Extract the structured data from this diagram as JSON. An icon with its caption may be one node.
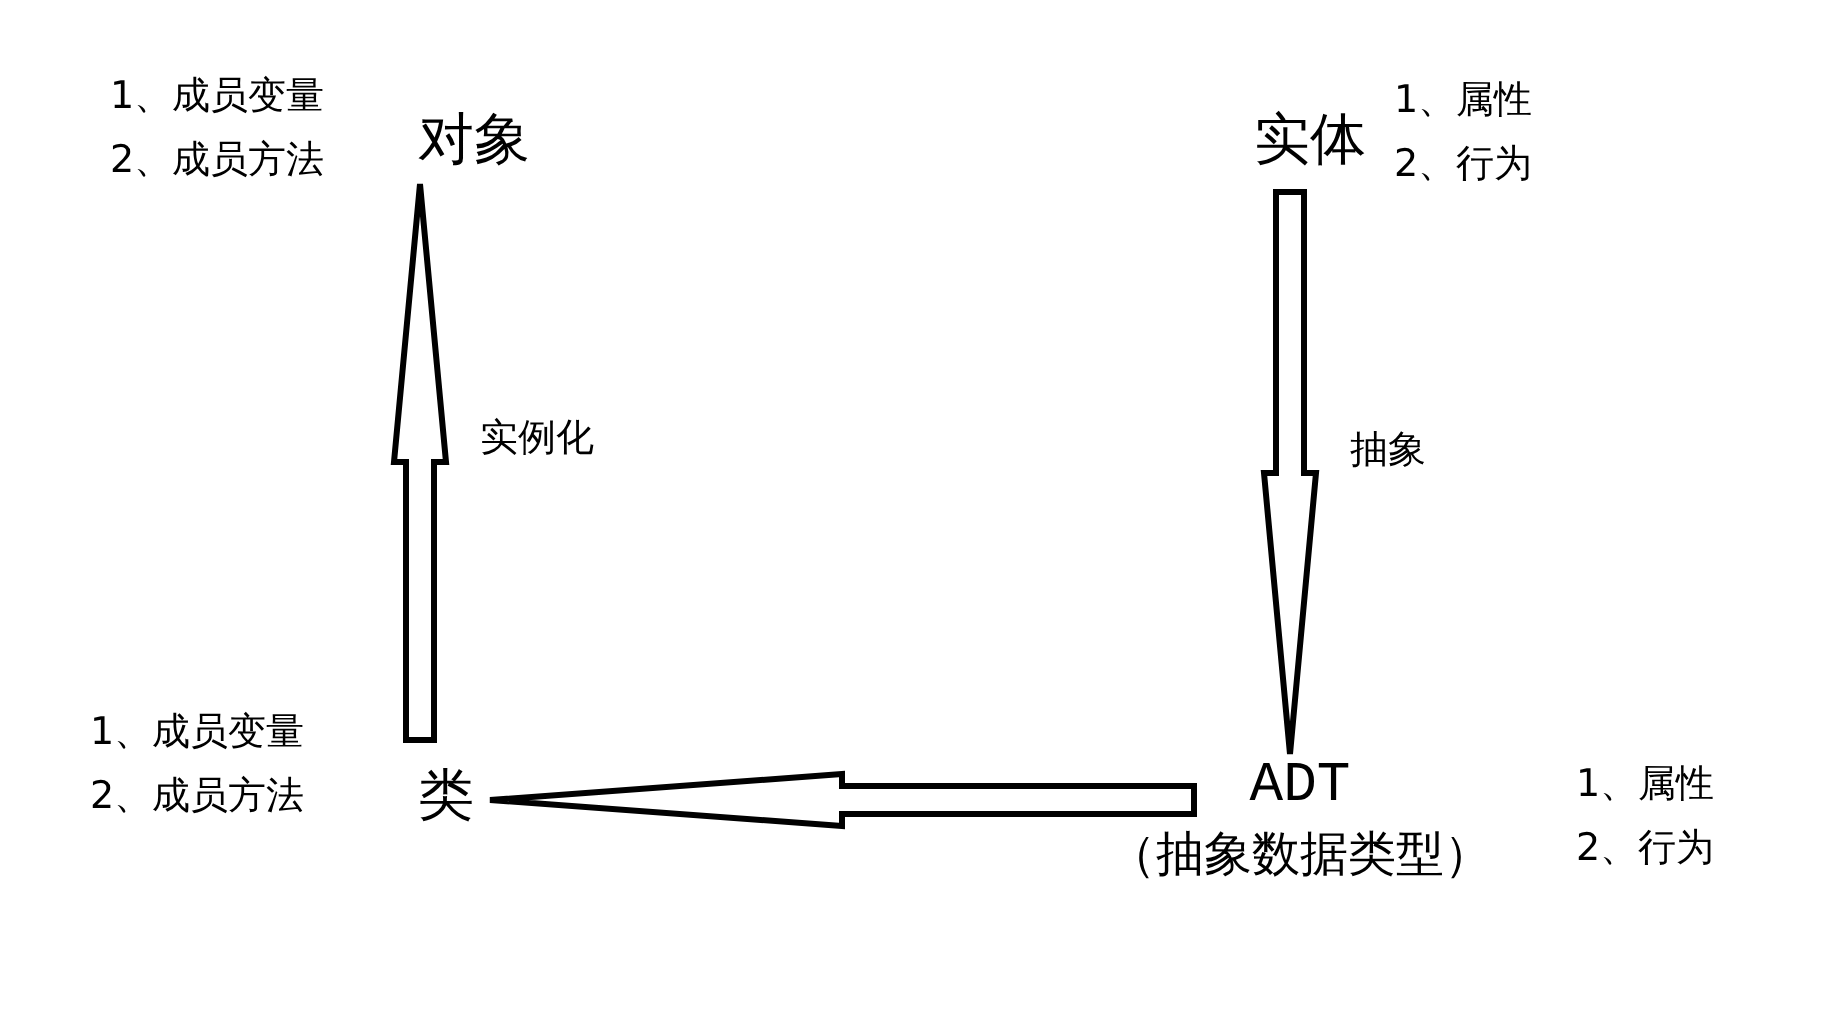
{
  "diagram": {
    "nodes": [
      {
        "text": [
          "实体"
        ],
        "beside": [
          "1、属性",
          "2、行为"
        ]
      },
      {
        "text": [
          "ADT",
          "（抽象数据类型）"
        ],
        "beside": [
          "1、属性",
          "2、行为"
        ]
      },
      {
        "text": [
          "类"
        ],
        "beside": [
          "1、成员变量",
          "2、成员方法"
        ]
      },
      {
        "text": [
          "对象"
        ],
        "beside": [
          "1、成员变量",
          "2、成员方法"
        ]
      }
    ],
    "edges": [
      {
        "from": 0,
        "to": 1,
        "arrow": "to",
        "label": "抽象"
      },
      {
        "from": 1,
        "to": 2,
        "arrow": "to"
      },
      {
        "from": 2,
        "to": 3,
        "arrow": "to",
        "label": "实例化"
      }
    ]
  }
}
